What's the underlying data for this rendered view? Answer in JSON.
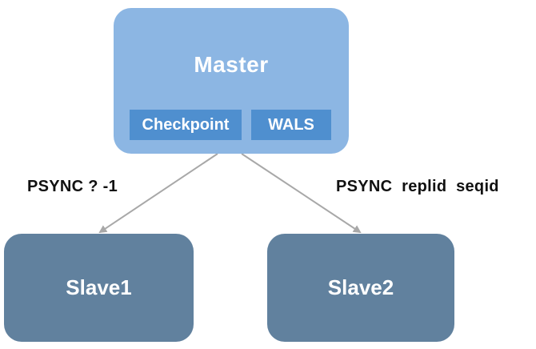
{
  "master": {
    "title": "Master",
    "components": [
      "Checkpoint",
      "WALS"
    ]
  },
  "slaves": [
    "Slave1",
    "Slave2"
  ],
  "edges": [
    {
      "from": "Master",
      "to": "Slave1",
      "label": "PSYNC ? -1"
    },
    {
      "from": "Master",
      "to": "Slave2",
      "label": "PSYNC  replid  seqid"
    }
  ],
  "colors": {
    "master_fill": "#8cb6e3",
    "component_fill": "#4f8fcf",
    "slave_fill": "#61819e",
    "arrow": "#a8a8a8",
    "text": "#ffffff",
    "label_text": "#111111"
  }
}
